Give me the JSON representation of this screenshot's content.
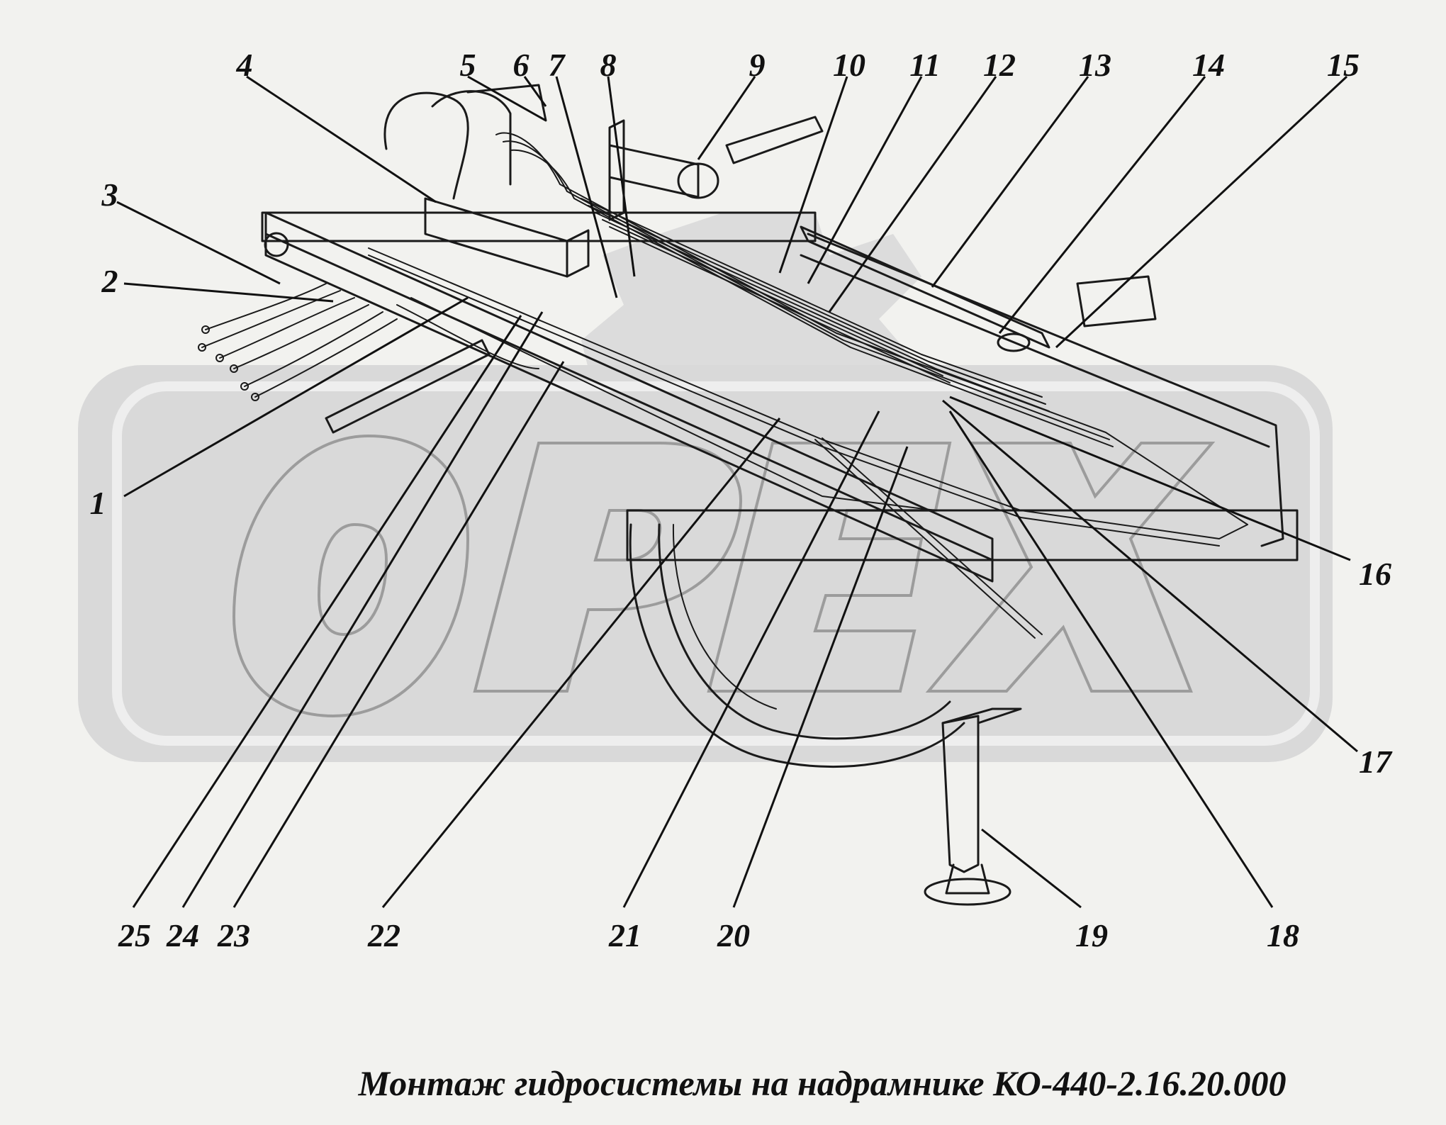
{
  "watermark": {
    "text": "OPEX",
    "fill_color": "#d9d9d9",
    "outline_color": "#9c9c9c"
  },
  "caption": "Монтаж гидросистемы на надрамнике КО-440-2.16.20.000",
  "callouts": [
    {
      "id": "1",
      "label": "1"
    },
    {
      "id": "2",
      "label": "2"
    },
    {
      "id": "3",
      "label": "3"
    },
    {
      "id": "4",
      "label": "4"
    },
    {
      "id": "5",
      "label": "5"
    },
    {
      "id": "6",
      "label": "6"
    },
    {
      "id": "7",
      "label": "7"
    },
    {
      "id": "8",
      "label": "8"
    },
    {
      "id": "9",
      "label": "9"
    },
    {
      "id": "10",
      "label": "10"
    },
    {
      "id": "11",
      "label": "11"
    },
    {
      "id": "12",
      "label": "12"
    },
    {
      "id": "13",
      "label": "13"
    },
    {
      "id": "14",
      "label": "14"
    },
    {
      "id": "15",
      "label": "15"
    },
    {
      "id": "16",
      "label": "16"
    },
    {
      "id": "17",
      "label": "17"
    },
    {
      "id": "18",
      "label": "18"
    },
    {
      "id": "19",
      "label": "19"
    },
    {
      "id": "20",
      "label": "20"
    },
    {
      "id": "21",
      "label": "21"
    },
    {
      "id": "22",
      "label": "22"
    },
    {
      "id": "23",
      "label": "23"
    },
    {
      "id": "24",
      "label": "24"
    },
    {
      "id": "25",
      "label": "25"
    }
  ]
}
